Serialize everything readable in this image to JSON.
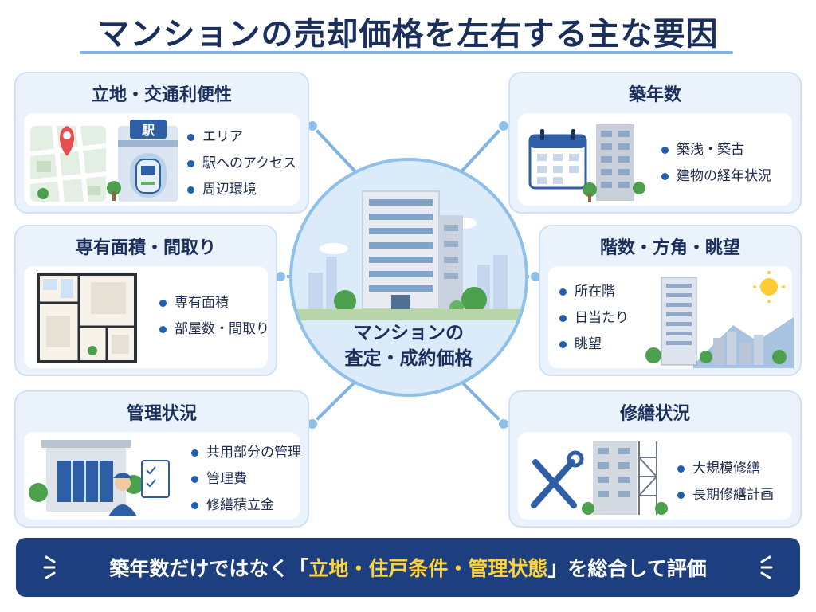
{
  "title": "マンションの売却価格を左右する主な要因",
  "center": {
    "line1": "マンションの",
    "line2": "査定・成約価格"
  },
  "cards": {
    "location": {
      "heading": "立地・交通利便性",
      "station_sign": "駅",
      "bullets": [
        "エリア",
        "駅へのアクセス",
        "周辺環境"
      ]
    },
    "age": {
      "heading": "築年数",
      "bullets": [
        "築浅・築古",
        "建物の経年状況"
      ]
    },
    "area": {
      "heading": "専有面積・間取り",
      "bullets": [
        "専有面積",
        "部屋数・間取り"
      ]
    },
    "floor": {
      "heading": "階数・方角・眺望",
      "bullets": [
        "所在階",
        "日当たり",
        "眺望"
      ]
    },
    "management": {
      "heading": "管理状況",
      "bullets": [
        "共用部分の管理",
        "管理費",
        "修繕積立金"
      ]
    },
    "repair": {
      "heading": "修繕状況",
      "bullets": [
        "大規模修繕",
        "長期修繕計画"
      ]
    }
  },
  "banner": {
    "before": "築年数だけではなく「",
    "highlight": "立地・住戸条件・管理状態",
    "after": "」を総合して評価"
  },
  "colors": {
    "navy": "#1b2f5c",
    "banner_bg": "#1d3f80",
    "highlight": "#ffd43b",
    "card_bg": "#eaf3fc",
    "accent_blue": "#1f5fae",
    "connector": "#7fb2e5"
  }
}
